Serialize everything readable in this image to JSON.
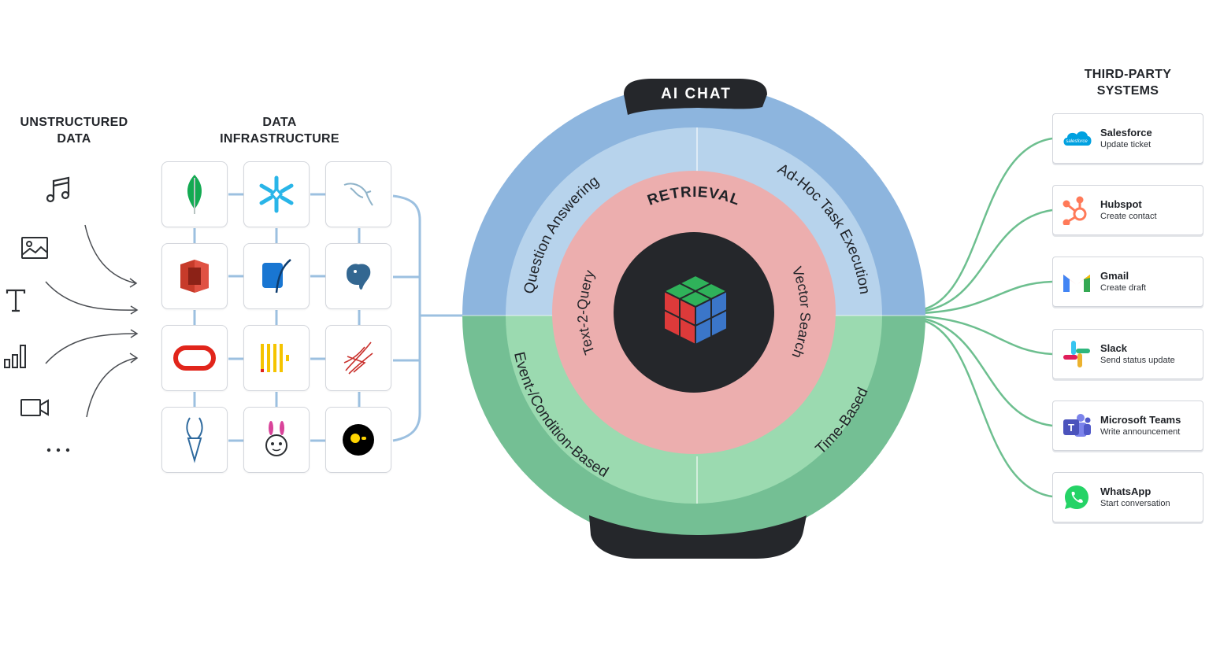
{
  "headings": {
    "unstructured": [
      "UNSTRUCTURED",
      "DATA"
    ],
    "infrastructure": [
      "DATA",
      "INFRASTRUCTURE"
    ],
    "third_party": [
      "THIRD-PARTY",
      "SYSTEMS"
    ]
  },
  "unstructured_sources": [
    {
      "icon": "music-note-icon"
    },
    {
      "icon": "image-icon"
    },
    {
      "icon": "text-icon"
    },
    {
      "icon": "bar-chart-icon"
    },
    {
      "icon": "video-camera-icon"
    },
    {
      "icon": "more-dots-icon"
    }
  ],
  "infrastructure_tiles": [
    {
      "icon": "mongodb-leaf-icon",
      "color": "#13aa52"
    },
    {
      "icon": "snowflake-icon",
      "color": "#29b5e8"
    },
    {
      "icon": "mysql-dolphin-icon",
      "color": "#8fb3c9"
    },
    {
      "icon": "aws-s3-bucket-icon",
      "color": "#c73b2a"
    },
    {
      "icon": "sqlite-feather-icon",
      "color": "#1976d2"
    },
    {
      "icon": "postgresql-elephant-icon",
      "color": "#336791"
    },
    {
      "icon": "oracle-icon",
      "color": "#e1251b"
    },
    {
      "icon": "clickhouse-icon",
      "color": "#f5c400"
    },
    {
      "icon": "sql-server-icon",
      "color": "#c9302c"
    },
    {
      "icon": "antelope-icon",
      "color": "#2f6a9e"
    },
    {
      "icon": "bunny-robot-icon",
      "color": "#d9449a"
    },
    {
      "icon": "yellow-dot-icon",
      "color": "#ffd500"
    }
  ],
  "wheel": {
    "top_tab": "AI CHAT",
    "outer_quadrants": [
      "Question Answering",
      "Ad-Hoc Task Execution",
      "Event-/Condition-Based",
      "Time-Based"
    ],
    "inner_title": "RETRIEVAL",
    "inner_labels": [
      "Text-2-Query",
      "Vector Search"
    ],
    "center_icon": "rubiks-cube-icon",
    "colors": {
      "outer_blue": "#8db5de",
      "inner_blue": "#b7d3ec",
      "outer_green": "#74bf94",
      "inner_green": "#9bdab0",
      "pink": "#ecaeae",
      "dark": "#25272b"
    }
  },
  "third_party": [
    {
      "name": "Salesforce",
      "action": "Update ticket",
      "icon": "salesforce-icon"
    },
    {
      "name": "Hubspot",
      "action": "Create contact",
      "icon": "hubspot-icon"
    },
    {
      "name": "Gmail",
      "action": "Create draft",
      "icon": "gmail-icon"
    },
    {
      "name": "Slack",
      "action": "Send status update",
      "icon": "slack-icon"
    },
    {
      "name": "Microsoft Teams",
      "action": "Write announcement",
      "icon": "microsoft-teams-icon"
    },
    {
      "name": "WhatsApp",
      "action": "Start conversation",
      "icon": "whatsapp-icon"
    }
  ],
  "colors": {
    "connector_blue": "#9cc0e0",
    "connector_green": "#6dbf8f",
    "arrow": "#4a4d52"
  }
}
